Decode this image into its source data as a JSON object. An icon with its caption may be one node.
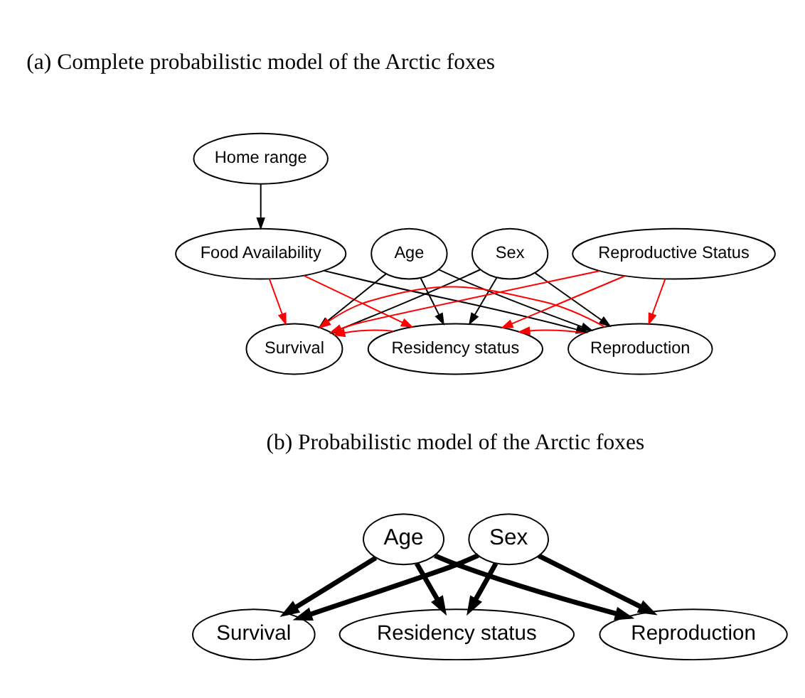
{
  "diagram": {
    "nodes": [
      {
        "text": [
          "Home range"
        ]
      },
      {
        "text": [
          "Food Availability"
        ]
      },
      {
        "text": [
          "Age"
        ]
      },
      {
        "text": [
          "Sex"
        ]
      },
      {
        "text": [
          "Reproductive Status"
        ]
      },
      {
        "text": [
          "Survival"
        ]
      },
      {
        "text": [
          "Residency status"
        ]
      },
      {
        "text": [
          "Reproduction"
        ]
      },
      {
        "text": [
          "Age"
        ]
      },
      {
        "text": [
          "Sex"
        ]
      },
      {
        "text": [
          "Survival"
        ]
      },
      {
        "text": [
          "Residency status"
        ]
      },
      {
        "text": [
          "Reproduction"
        ]
      }
    ],
    "edges": [
      {
        "from": 0,
        "to": 1,
        "arrow": "to"
      },
      {
        "from": 1,
        "to": 5,
        "arrow": "to",
        "color": "#ff0000"
      },
      {
        "from": 1,
        "to": 6,
        "arrow": "to",
        "color": "#ff0000"
      },
      {
        "from": 1,
        "to": 7,
        "arrow": "to"
      },
      {
        "from": 2,
        "to": 5,
        "arrow": "to"
      },
      {
        "from": 2,
        "to": 6,
        "arrow": "to"
      },
      {
        "from": 2,
        "to": 7,
        "arrow": "to"
      },
      {
        "from": 3,
        "to": 5,
        "arrow": "to"
      },
      {
        "from": 3,
        "to": 6,
        "arrow": "to"
      },
      {
        "from": 3,
        "to": 7,
        "arrow": "to"
      },
      {
        "from": 4,
        "to": 5,
        "arrow": "to",
        "color": "#ff0000"
      },
      {
        "from": 4,
        "to": 6,
        "arrow": "to",
        "color": "#ff0000"
      },
      {
        "from": 4,
        "to": 7,
        "arrow": "to",
        "color": "#ff0000"
      },
      {
        "from": 6,
        "to": 5,
        "arrow": "to",
        "color": "#ff0000"
      },
      {
        "from": 7,
        "to": 6,
        "arrow": "to",
        "color": "#ff0000"
      },
      {
        "from": 7,
        "to": 5,
        "arrow": "to",
        "color": "#ff0000"
      },
      {
        "from": 8,
        "to": 10,
        "arrow": "to",
        "style": "thick"
      },
      {
        "from": 8,
        "to": 11,
        "arrow": "to",
        "style": "thick"
      },
      {
        "from": 8,
        "to": 12,
        "arrow": "to",
        "style": "thick"
      },
      {
        "from": 9,
        "to": 10,
        "arrow": "to",
        "style": "thick"
      },
      {
        "from": 9,
        "to": 11,
        "arrow": "to",
        "style": "thick"
      },
      {
        "from": 9,
        "to": 12,
        "arrow": "to",
        "style": "thick"
      }
    ],
    "labels": [
      "(a) Complete probabilistic model of the Arctic foxes",
      "(b) Probabilistic model of the Arctic foxes"
    ]
  }
}
